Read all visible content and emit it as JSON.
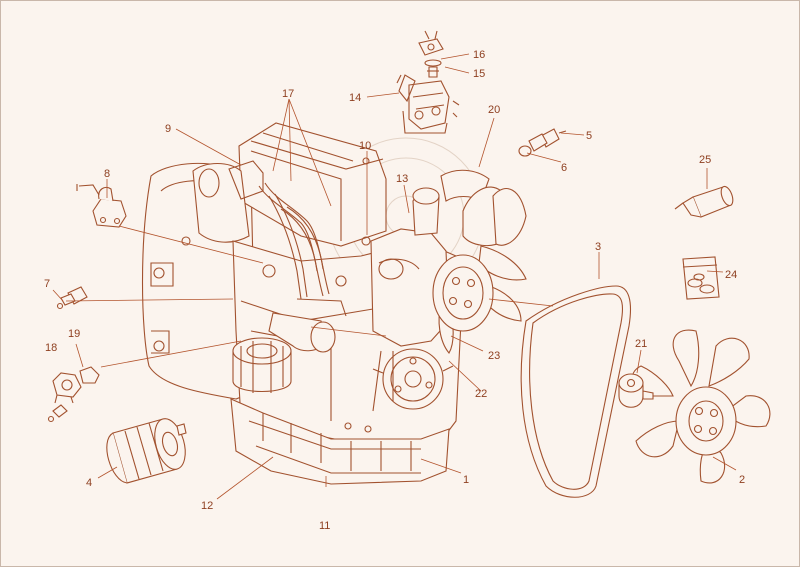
{
  "diagram": {
    "colors": {
      "line": "#a2522f",
      "label": "#8e3f20",
      "background": "#fbf4ee"
    },
    "callouts": [
      {
        "id": "c1",
        "label": "1"
      },
      {
        "id": "c2",
        "label": "2"
      },
      {
        "id": "c3",
        "label": "3"
      },
      {
        "id": "c4",
        "label": "4"
      },
      {
        "id": "c5",
        "label": "5"
      },
      {
        "id": "c6",
        "label": "6"
      },
      {
        "id": "c7",
        "label": "7"
      },
      {
        "id": "c8",
        "label": "8"
      },
      {
        "id": "c9",
        "label": "9"
      },
      {
        "id": "c10",
        "label": "10"
      },
      {
        "id": "c11",
        "label": "11"
      },
      {
        "id": "c12",
        "label": "12"
      },
      {
        "id": "c13",
        "label": "13"
      },
      {
        "id": "c14",
        "label": "14"
      },
      {
        "id": "c15",
        "label": "15"
      },
      {
        "id": "c16",
        "label": "16"
      },
      {
        "id": "c17",
        "label": "17"
      },
      {
        "id": "c18",
        "label": "18"
      },
      {
        "id": "c19",
        "label": "19"
      },
      {
        "id": "c20",
        "label": "20"
      },
      {
        "id": "c21",
        "label": "21"
      },
      {
        "id": "c22",
        "label": "22"
      },
      {
        "id": "c23",
        "label": "23"
      },
      {
        "id": "c24",
        "label": "24"
      },
      {
        "id": "c25",
        "label": "25"
      }
    ]
  }
}
